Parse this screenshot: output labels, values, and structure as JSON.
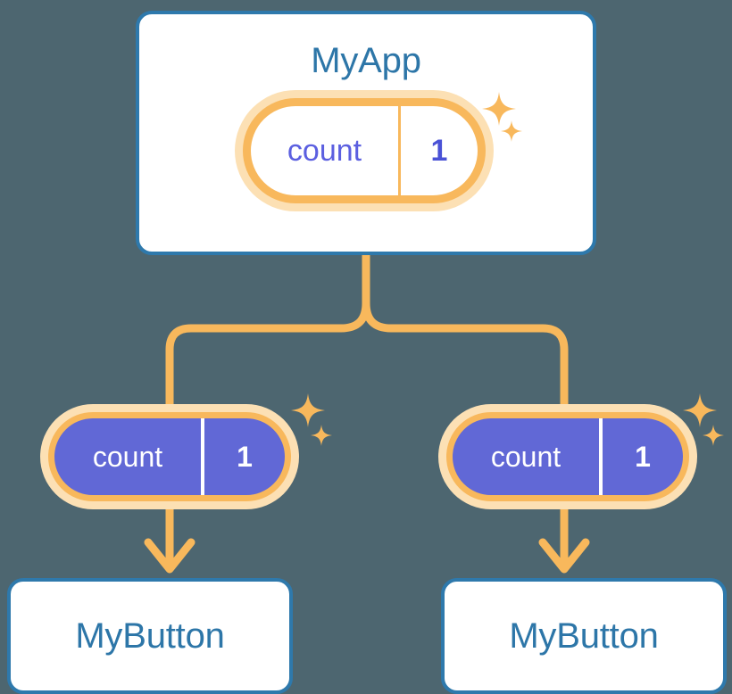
{
  "diagram": {
    "title": "React state propagation tree",
    "background_color": "#4d6670"
  },
  "colors": {
    "background": "#4d6670",
    "card_border": "#2e79ac",
    "card_fill": "#ffffff",
    "card_text": "#2d76a8",
    "pill_border": "#f8b85c",
    "pill_halo": "#fce0b4",
    "pill_fill_filled": "#6168d6",
    "pill_text_filled": "#ffffff",
    "pill_text_hollow": "#5b5fe0",
    "connector": "#f8b85c",
    "sparkle": "#f8b85c"
  },
  "nodes": {
    "root": {
      "label": "MyApp",
      "state": {
        "key": "count",
        "value": "1"
      }
    },
    "children": [
      {
        "label": "MyButton",
        "state": {
          "key": "count",
          "value": "1"
        }
      },
      {
        "label": "MyButton",
        "state": {
          "key": "count",
          "value": "1"
        }
      }
    ]
  },
  "icons": {
    "sparkle_large": "sparkle-icon",
    "sparkle_small": "sparkle-icon",
    "arrow_down": "arrow-down-icon",
    "branch": "branch-connector-icon"
  }
}
